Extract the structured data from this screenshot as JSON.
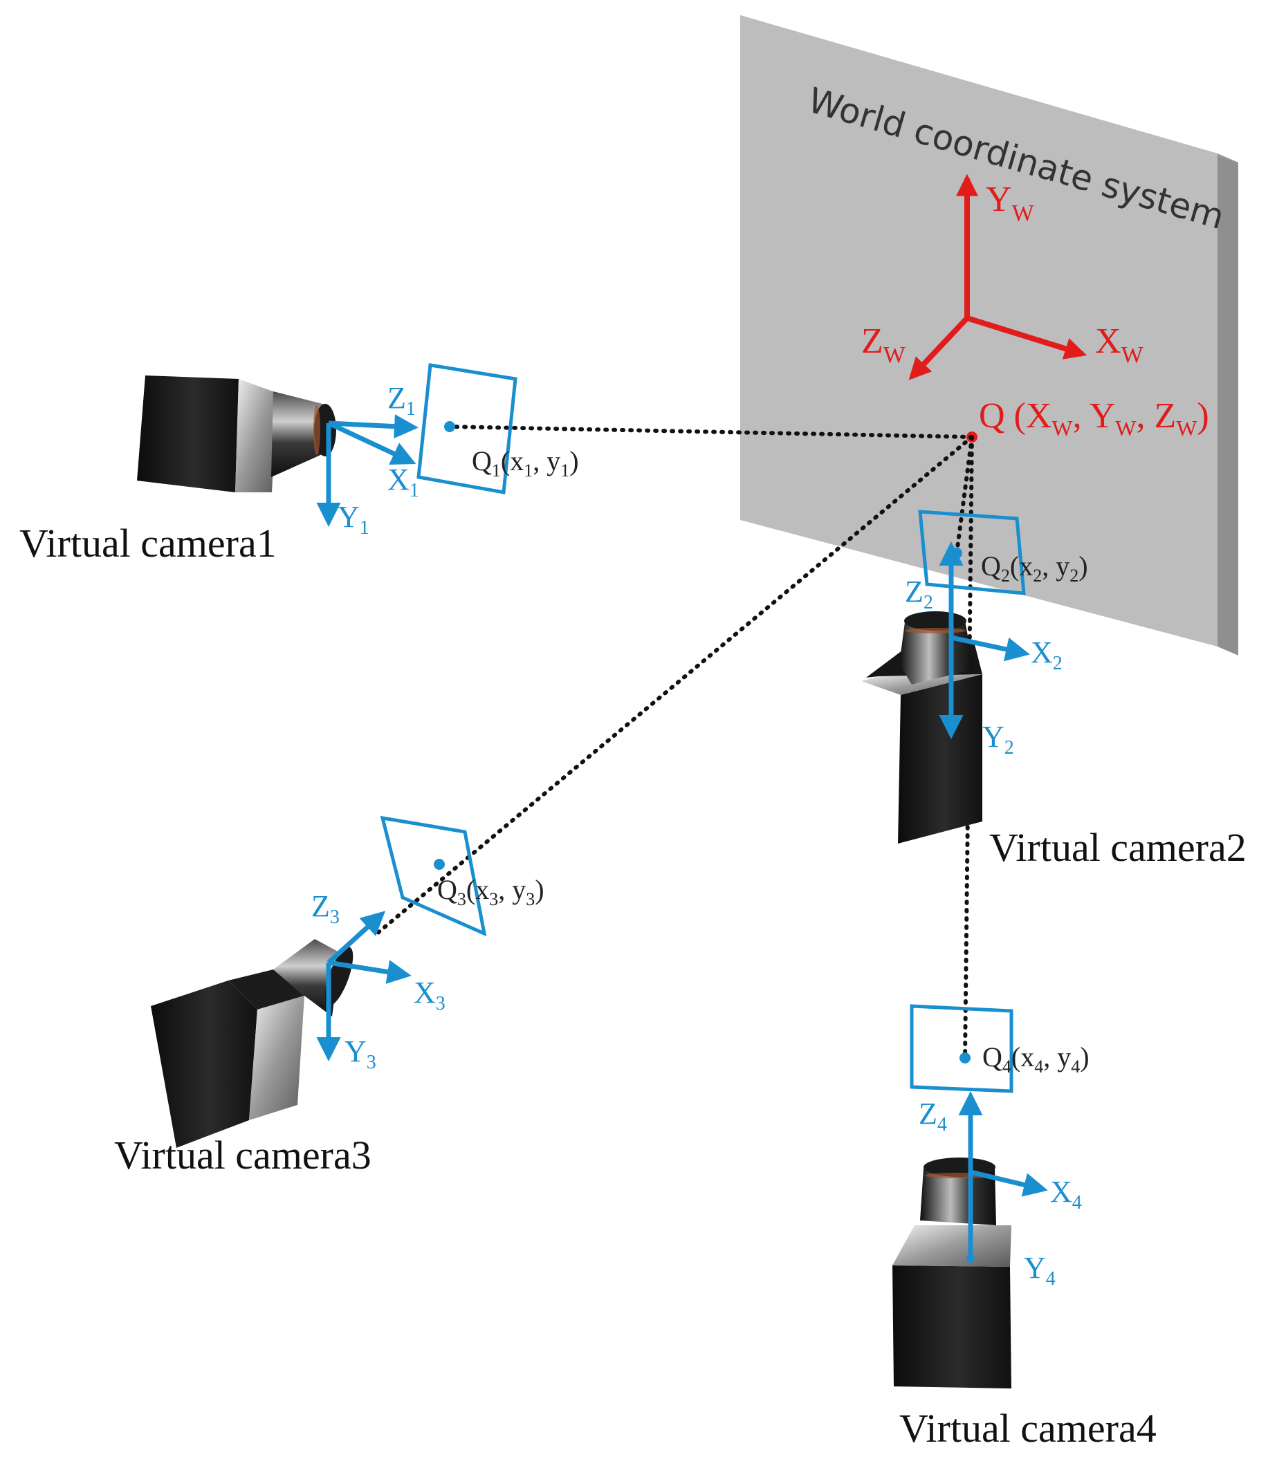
{
  "colors": {
    "blue": "#1a8fd0",
    "red": "#e21b1b",
    "wall": "#bdbdbd",
    "wall_side": "#8f8f8f",
    "dots": "#111111"
  },
  "world": {
    "title": "World coordinate system",
    "axis_y": "Y",
    "axis_y_sub": "W",
    "axis_x": "X",
    "axis_x_sub": "W",
    "axis_z": "Z",
    "axis_z_sub": "W",
    "point_label": "Q (X",
    "point_sub1": "W",
    "point_mid1": ", Y",
    "point_sub2": "W",
    "point_mid2": ", Z",
    "point_sub3": "W",
    "point_end": ")"
  },
  "cameras": [
    {
      "label": "Virtual camera1",
      "z": "Z",
      "x": "X",
      "y": "Y",
      "sub": "1",
      "q": "Q",
      "coord_open": "(x",
      "coord_mid": ", y",
      "coord_end": ")"
    },
    {
      "label": "Virtual camera2",
      "z": "Z",
      "x": "X",
      "y": "Y",
      "sub": "2",
      "q": "Q",
      "coord_open": "(x",
      "coord_mid": ", y",
      "coord_end": ")"
    },
    {
      "label": "Virtual camera3",
      "z": "Z",
      "x": "X",
      "y": "Y",
      "sub": "3",
      "q": "Q",
      "coord_open": "(x",
      "coord_mid": ", y",
      "coord_end": ")"
    },
    {
      "label": "Virtual camera4",
      "z": "Z",
      "x": "X",
      "y": "Y",
      "sub": "4",
      "q": "Q",
      "coord_open": "(x",
      "coord_mid": ", y",
      "coord_end": ")"
    }
  ]
}
